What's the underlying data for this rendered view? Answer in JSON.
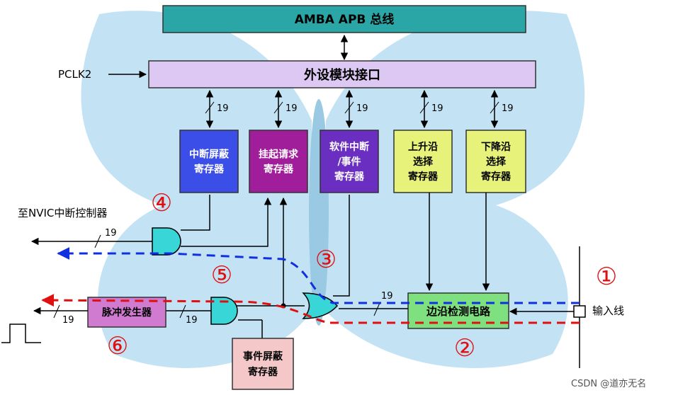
{
  "bus_label": "AMBA APB 总线",
  "clock_label": "PCLK2",
  "interface_label": "外设模块接口",
  "bus_width": "19",
  "registers": [
    {
      "id": "interrupt-mask-register",
      "lines": [
        "中断屏蔽",
        "寄存器"
      ],
      "fill": "#3b4fe8",
      "text_color": "#ffffff"
    },
    {
      "id": "pending-request-register",
      "lines": [
        "挂起请求",
        "寄存器"
      ],
      "fill": "#a01e9a",
      "text_color": "#ffffff"
    },
    {
      "id": "software-interrupt-event-register",
      "lines": [
        "软件中断",
        "/事件",
        "寄存器"
      ],
      "fill": "#6a2fc0",
      "text_color": "#ffffff"
    },
    {
      "id": "rising-edge-select-register",
      "lines": [
        "上升沿",
        "选择",
        "寄存器"
      ],
      "fill": "#e6f27a",
      "text_color": "#000000"
    },
    {
      "id": "falling-edge-select-register",
      "lines": [
        "下降沿",
        "选择",
        "寄存器"
      ],
      "fill": "#e6f27a",
      "text_color": "#000000"
    }
  ],
  "nvic_label": "至NVIC中断控制器",
  "edge_detect_label": "边沿检测电路",
  "pulse_gen_label": "脉冲发生器",
  "event_mask_lines": [
    "事件屏蔽",
    "寄存器"
  ],
  "input_line_label": "输入线",
  "markers": [
    "①",
    "②",
    "③",
    "④",
    "⑤",
    "⑥"
  ],
  "watermark": "CSDN @道亦无名",
  "colors": {
    "bus_fill": "#2aa6a6",
    "interface_fill": "#dcc8f2",
    "edge_fill": "#7fe07f",
    "pulse_fill": "#d07ad0",
    "event_mask_fill": "#f4c8c8",
    "gate_fill": "#38d6d6",
    "marker": "#e01010",
    "event_path": "#e01010",
    "interrupt_path": "#1030e0",
    "butterfly": "#bde0f4"
  }
}
